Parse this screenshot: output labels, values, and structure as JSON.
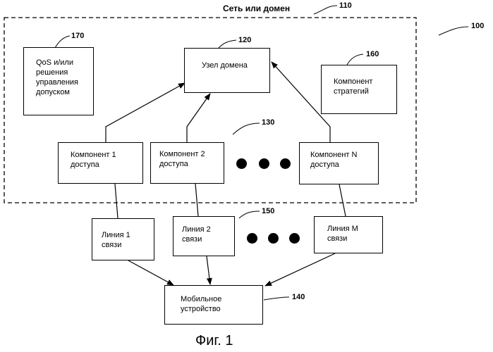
{
  "network": {
    "title": "Сеть или домен",
    "ref": "110"
  },
  "system_ref": "100",
  "qos_box": {
    "text": "QoS и/или\nрешения\nуправления\nдопуском",
    "ref": "170"
  },
  "domain_node": {
    "text": "Узел домена",
    "ref": "120"
  },
  "policy_box": {
    "text": "Компонент\nстратегий",
    "ref": "160"
  },
  "access_group_ref": "130",
  "access_components": [
    {
      "text": "Компонент 1\nдоступа"
    },
    {
      "text": "Компонент 2\nдоступа"
    },
    {
      "text": "Компонент N\nдоступа"
    }
  ],
  "links_group_ref": "150",
  "links": [
    {
      "text": "Линия 1\nсвязи"
    },
    {
      "text": "Линия 2\nсвязи"
    },
    {
      "text": "Линия M\nсвязи"
    }
  ],
  "mobile_device": {
    "text": "Мобильное\nустройство",
    "ref": "140"
  },
  "figure_caption": "Фиг. 1"
}
